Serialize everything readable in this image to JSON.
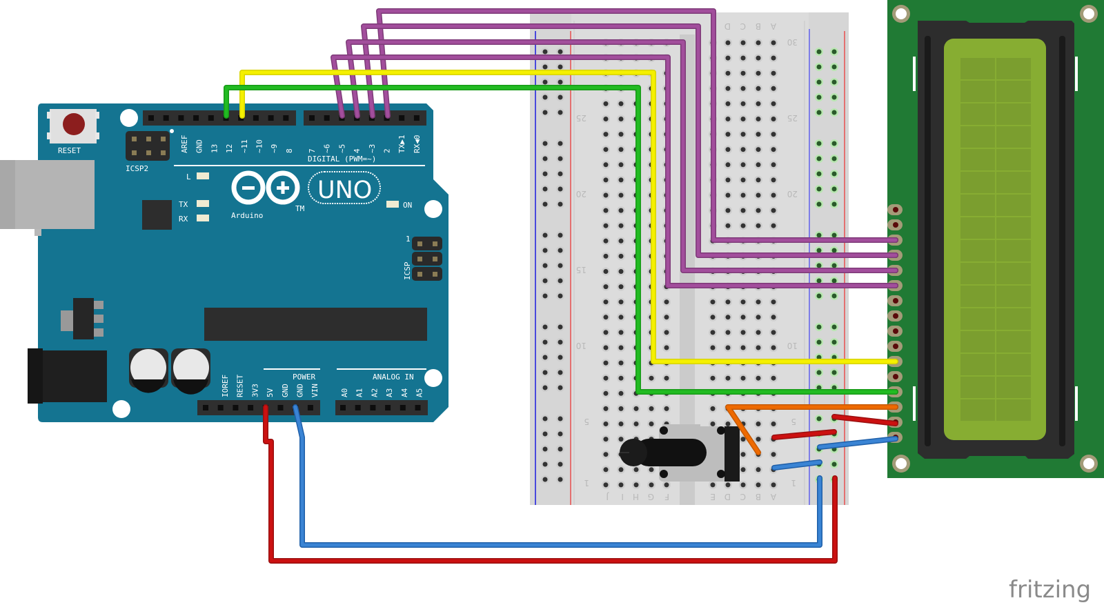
{
  "title": "Arduino UNO 16x2 LCD with potentiometer breadboard diagram",
  "watermark": "fritzing",
  "arduino": {
    "brand": "Arduino",
    "trademark": "TM",
    "model": "UNO",
    "reset_label": "RESET",
    "icsp2_label": "ICSP2",
    "icsp_label": "ICSP",
    "icsp_pin1": "1",
    "digital_header_label": "DIGITAL (PWM=~)",
    "power_header_label": "POWER",
    "analog_header_label": "ANALOG IN",
    "led_labels": [
      "L",
      "TX",
      "RX",
      "ON"
    ],
    "digital_pins_left": [
      "AREF",
      "GND",
      "13",
      "12",
      "~11",
      "~10",
      "~9",
      "8"
    ],
    "digital_pins_right": [
      "7",
      "~6",
      "~5",
      "4",
      "~3",
      "2",
      "TX▶1",
      "RX◀0"
    ],
    "power_pins": [
      "IOREF",
      "RESET",
      "3V3",
      "5V",
      "GND",
      "GND",
      "VIN"
    ],
    "analog_pins": [
      "A0",
      "A1",
      "A2",
      "A3",
      "A4",
      "A5"
    ]
  },
  "breadboard": {
    "row_labels": [
      "30",
      "25",
      "20",
      "15",
      "10",
      "5",
      "1"
    ],
    "column_labels_left": [
      "J",
      "I",
      "H",
      "G",
      "F"
    ],
    "column_labels_right": [
      "E",
      "D",
      "C",
      "B",
      "A"
    ]
  },
  "lcd": {
    "type": "16x2 character LCD",
    "pin_count": 16
  },
  "potentiometer": {
    "type": "rotary potentiometer"
  },
  "wires": [
    {
      "from": "D12",
      "to": "LCD RS",
      "color": "#22bb22"
    },
    {
      "from": "D11",
      "to": "LCD E",
      "color": "#f5f000"
    },
    {
      "from": "D5",
      "to": "LCD D4",
      "color": "#a24e9c"
    },
    {
      "from": "D4",
      "to": "LCD D5",
      "color": "#a24e9c"
    },
    {
      "from": "D3",
      "to": "LCD D6",
      "color": "#a24e9c"
    },
    {
      "from": "D2",
      "to": "LCD D7",
      "color": "#a24e9c"
    },
    {
      "from": "5V",
      "to": "breadboard + rail",
      "color": "#cc1111"
    },
    {
      "from": "GND",
      "to": "breadboard - rail",
      "color": "#3a84d4"
    },
    {
      "from": "pot wiper",
      "to": "LCD V0",
      "color": "#ee6a00"
    }
  ],
  "colors": {
    "board": "#147491",
    "lcd_pcb": "#207a34",
    "lcd_screen": "#87ad32",
    "breadboard": "#dcdcdc"
  }
}
